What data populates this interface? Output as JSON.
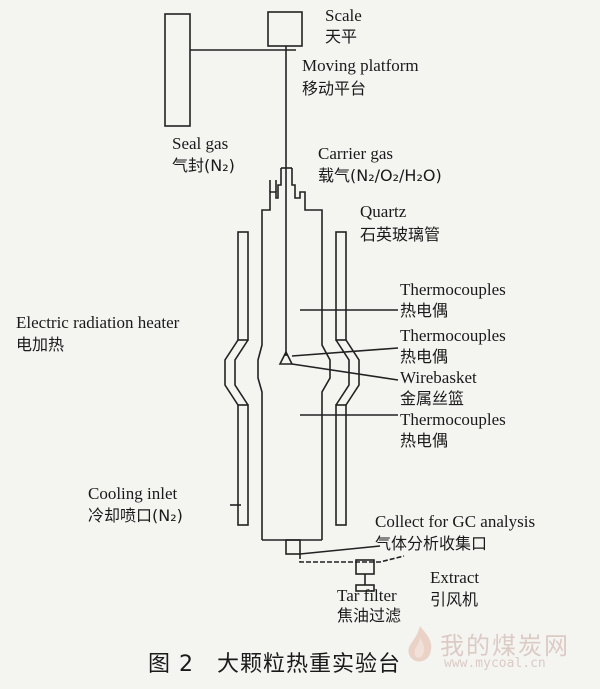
{
  "labels": {
    "scale_en": "Scale",
    "scale_zh": "天平",
    "moving_en": "Moving platform",
    "moving_zh": "移动平台",
    "seal_en": "Seal gas",
    "seal_zh": "气封(N₂)",
    "carrier_en": "Carrier gas",
    "carrier_zh": "载气(N₂/O₂/H₂O)",
    "quartz_en": "Quartz",
    "quartz_zh": "石英玻璃管",
    "thermo1_en": "Thermocouples",
    "thermo1_zh": "热电偶",
    "heater_en": "Electric radiation heater",
    "heater_zh": "电加热",
    "thermo2_en": "Thermocouples",
    "thermo2_zh": "热电偶",
    "wire_en": "Wirebasket",
    "wire_zh": "金属丝篮",
    "thermo3_en": "Thermocouples",
    "thermo3_zh": "热电偶",
    "cooling_en": "Cooling inlet",
    "cooling_zh": "冷却喷口(N₂)",
    "collect_en": "Collect for GC analysis",
    "collect_zh": "气体分析收集口",
    "extract_en": "Extract",
    "extract_zh": "引风机",
    "tar_en": "Tar filter",
    "tar_zh": "焦油过滤"
  },
  "caption": "图 2　大颗粒热重实验台",
  "watermark": {
    "cn": "我的煤炭网",
    "url": "www.mycoal.cn",
    "icon": "flame-logo"
  }
}
